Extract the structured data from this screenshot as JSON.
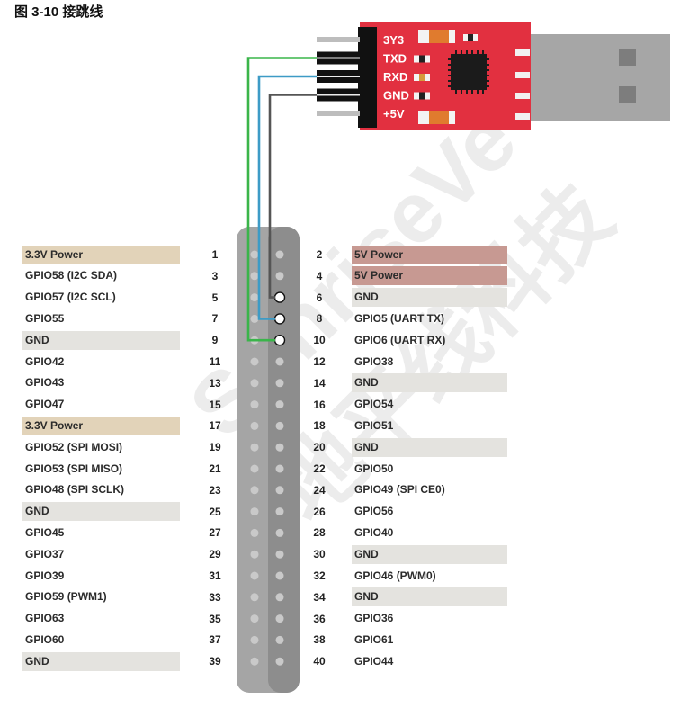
{
  "title": "图 3-10 接跳线",
  "watermark": "SunriseVe 地平线科技",
  "colors": {
    "power33": "#e2d3b9",
    "power5": "#c79992",
    "gnd": "#e4e3df",
    "wire_green": "#3ab54a",
    "wire_blue": "#3d9bc6",
    "wire_gray": "#555555",
    "usb_board": "#e23040",
    "header": "#a5a5a5"
  },
  "usb_module": {
    "pins": [
      "3Y3",
      "TXD",
      "RXD",
      "GND",
      "+5V"
    ]
  },
  "left_pins": [
    {
      "num": "1",
      "label": "3.3V Power",
      "type": "power33"
    },
    {
      "num": "3",
      "label": "GPIO58 (I2C SDA)",
      "type": "none"
    },
    {
      "num": "5",
      "label": "GPIO57 (I2C SCL)",
      "type": "none"
    },
    {
      "num": "7",
      "label": "GPIO55",
      "type": "none"
    },
    {
      "num": "9",
      "label": "GND",
      "type": "gnd"
    },
    {
      "num": "11",
      "label": "GPIO42",
      "type": "none"
    },
    {
      "num": "13",
      "label": "GPIO43",
      "type": "none"
    },
    {
      "num": "15",
      "label": "GPIO47",
      "type": "none"
    },
    {
      "num": "17",
      "label": "3.3V Power",
      "type": "power33"
    },
    {
      "num": "19",
      "label": "GPIO52 (SPI MOSI)",
      "type": "none"
    },
    {
      "num": "21",
      "label": "GPIO53 (SPI MISO)",
      "type": "none"
    },
    {
      "num": "23",
      "label": "GPIO48 (SPI SCLK)",
      "type": "none"
    },
    {
      "num": "25",
      "label": "GND",
      "type": "gnd"
    },
    {
      "num": "27",
      "label": "GPIO45",
      "type": "none"
    },
    {
      "num": "29",
      "label": "GPIO37",
      "type": "none"
    },
    {
      "num": "31",
      "label": "GPIO39",
      "type": "none"
    },
    {
      "num": "33",
      "label": "GPIO59 (PWM1)",
      "type": "none"
    },
    {
      "num": "35",
      "label": "GPIO63",
      "type": "none"
    },
    {
      "num": "37",
      "label": "GPIO60",
      "type": "none"
    },
    {
      "num": "39",
      "label": "GND",
      "type": "gnd"
    }
  ],
  "right_pins": [
    {
      "num": "2",
      "label": "5V Power",
      "type": "power5"
    },
    {
      "num": "4",
      "label": "5V Power",
      "type": "power5"
    },
    {
      "num": "6",
      "label": "GND",
      "type": "gnd"
    },
    {
      "num": "8",
      "label": "GPIO5 (UART TX)",
      "type": "none"
    },
    {
      "num": "10",
      "label": "GPIO6 (UART RX)",
      "type": "none"
    },
    {
      "num": "12",
      "label": "GPIO38",
      "type": "none"
    },
    {
      "num": "14",
      "label": "GND",
      "type": "gnd"
    },
    {
      "num": "16",
      "label": "GPIO54",
      "type": "none"
    },
    {
      "num": "18",
      "label": "GPIO51",
      "type": "none"
    },
    {
      "num": "20",
      "label": "GND",
      "type": "gnd"
    },
    {
      "num": "22",
      "label": "GPIO50",
      "type": "none"
    },
    {
      "num": "24",
      "label": "GPIO49 (SPI CE0)",
      "type": "none"
    },
    {
      "num": "26",
      "label": "GPIO56",
      "type": "none"
    },
    {
      "num": "28",
      "label": "GPIO40",
      "type": "none"
    },
    {
      "num": "30",
      "label": "GND",
      "type": "gnd"
    },
    {
      "num": "32",
      "label": "GPIO46 (PWM0)",
      "type": "none"
    },
    {
      "num": "34",
      "label": "GND",
      "type": "gnd"
    },
    {
      "num": "36",
      "label": "GPIO36",
      "type": "none"
    },
    {
      "num": "38",
      "label": "GPIO61",
      "type": "none"
    },
    {
      "num": "40",
      "label": "GPIO44",
      "type": "none"
    }
  ],
  "connections": [
    {
      "from": "GND",
      "to": "6",
      "color": "wire_gray"
    },
    {
      "from": "RXD",
      "to": "8",
      "color": "wire_blue"
    },
    {
      "from": "TXD",
      "to": "10",
      "color": "wire_green"
    }
  ]
}
